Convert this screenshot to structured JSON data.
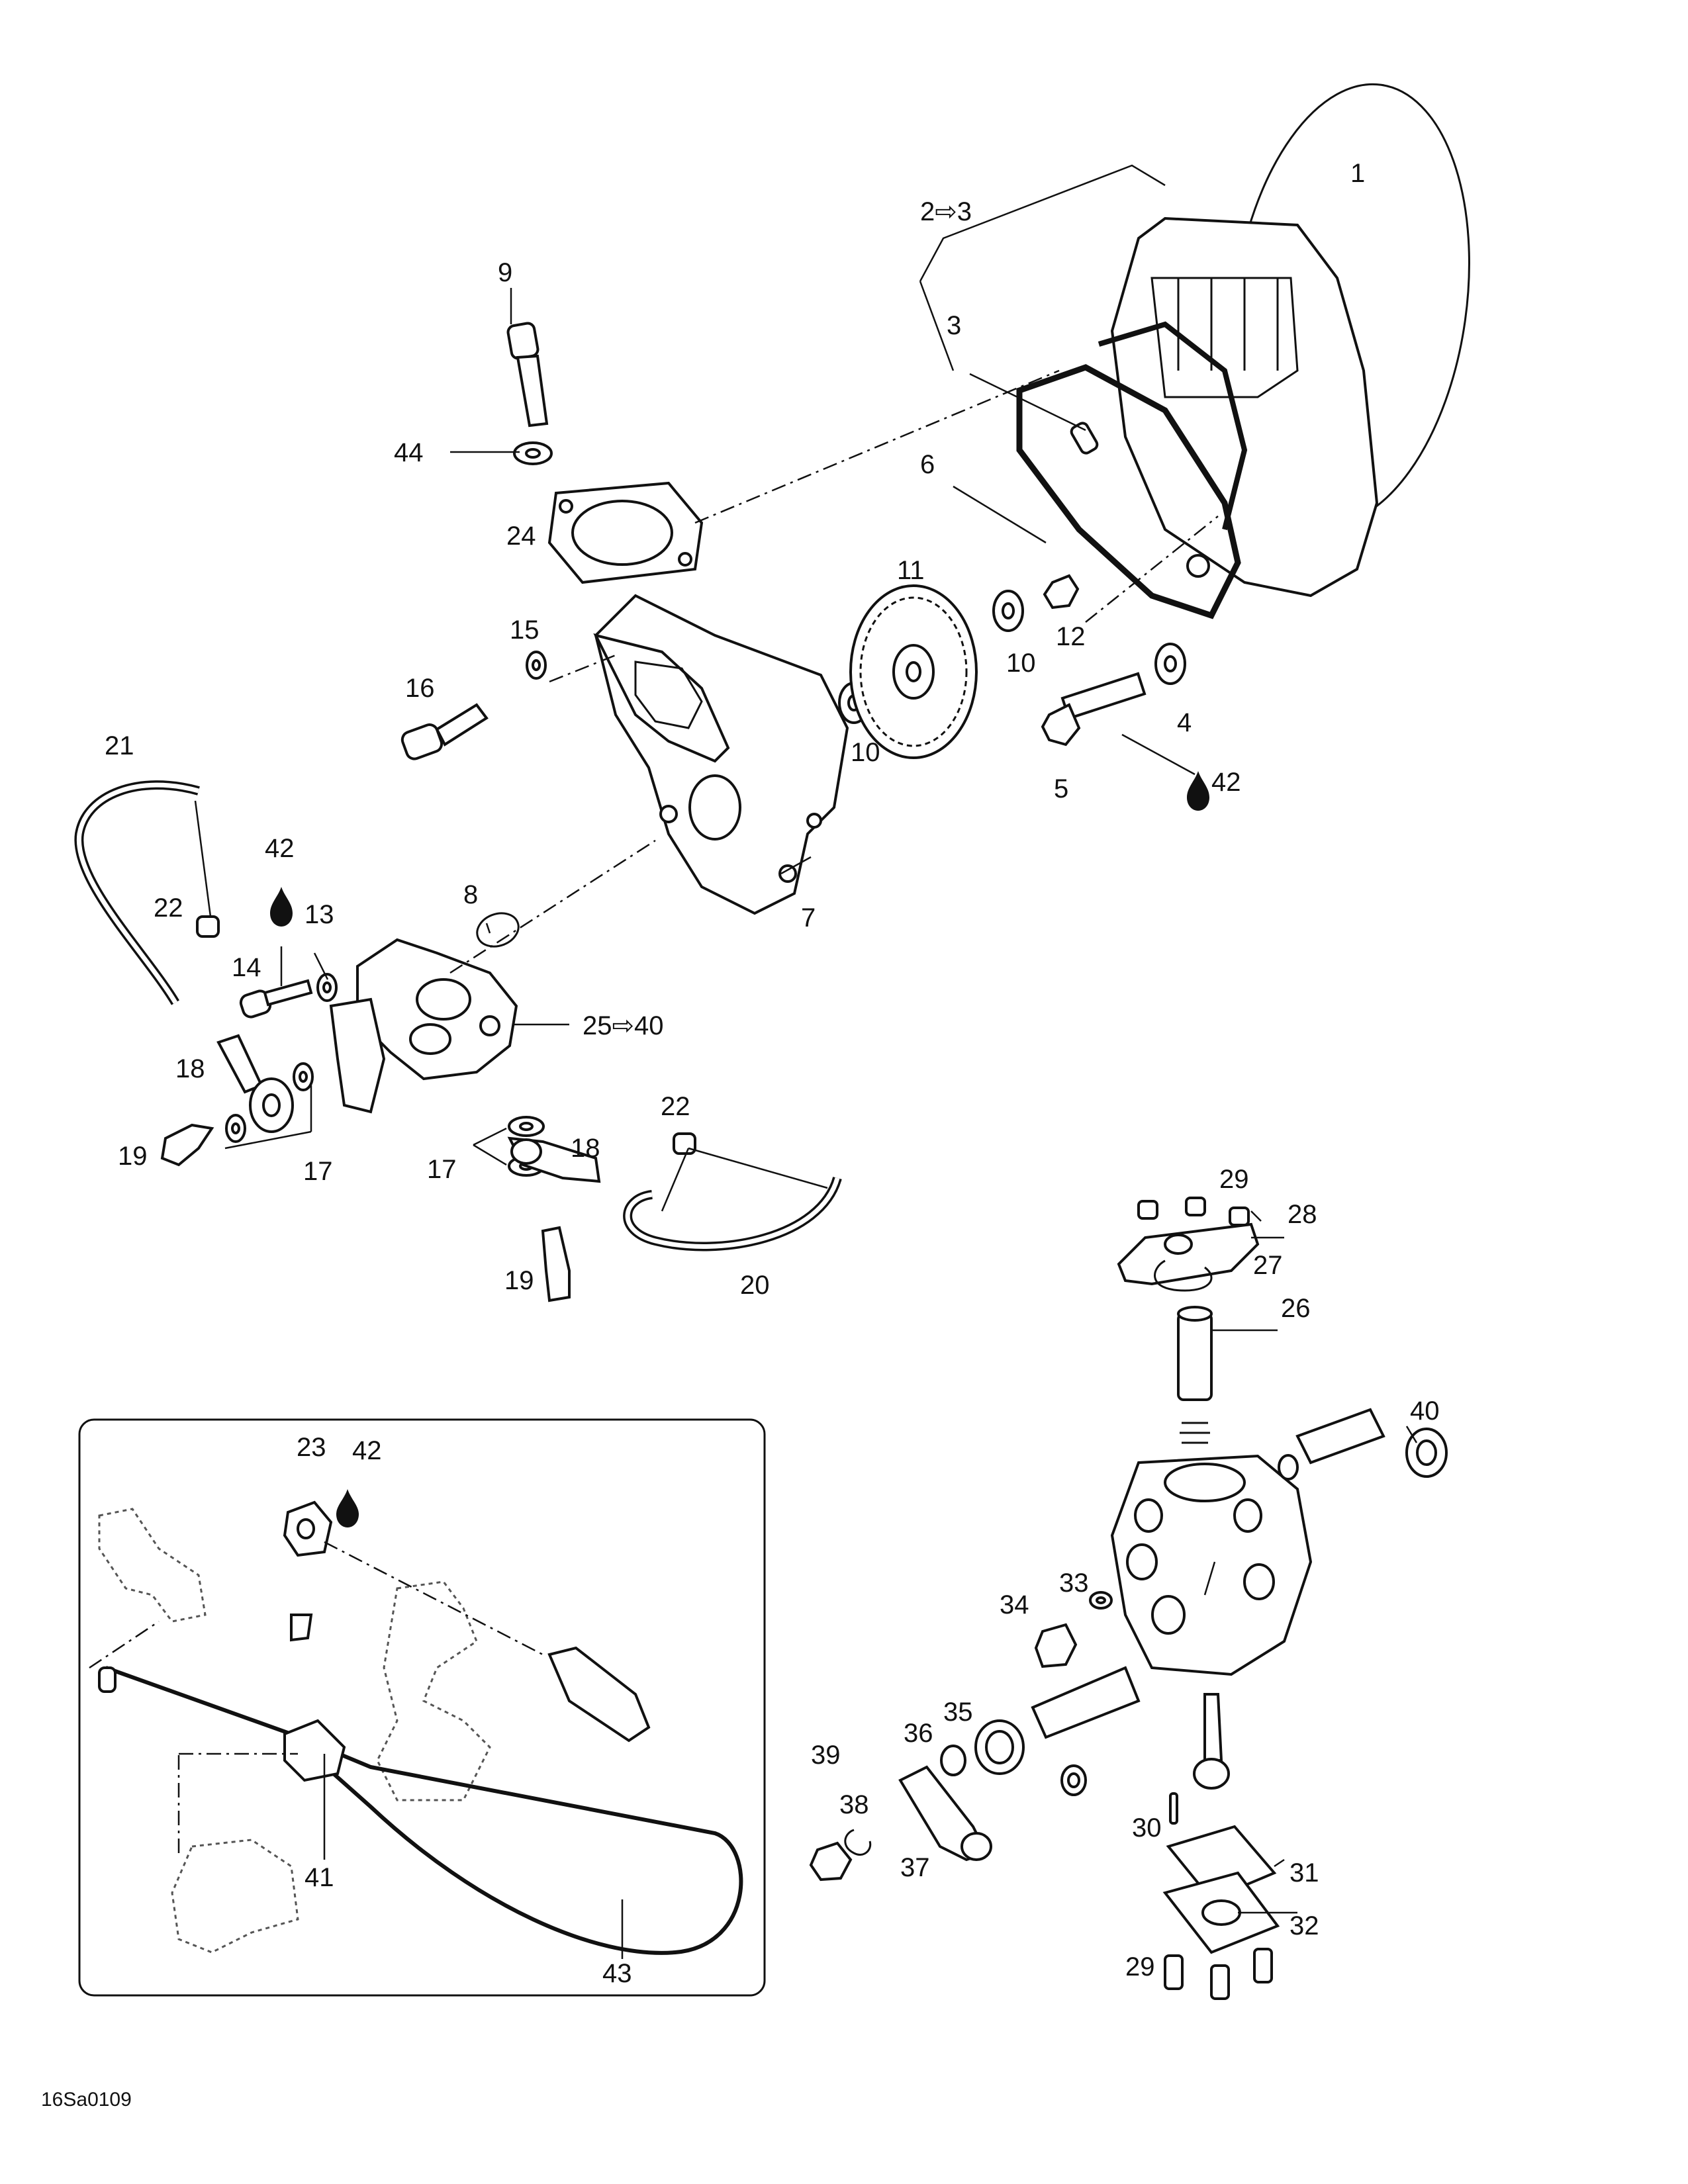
{
  "diagram": {
    "image_code": "16Sa0109",
    "callouts": [
      {
        "id": "c1",
        "text": "1"
      },
      {
        "id": "c2-3",
        "text": "2⇨3"
      },
      {
        "id": "c3",
        "text": "3"
      },
      {
        "id": "c4",
        "text": "4"
      },
      {
        "id": "c5",
        "text": "5"
      },
      {
        "id": "c6",
        "text": "6"
      },
      {
        "id": "c7",
        "text": "7"
      },
      {
        "id": "c8",
        "text": "8"
      },
      {
        "id": "c9",
        "text": "9"
      },
      {
        "id": "c10a",
        "text": "10"
      },
      {
        "id": "c10b",
        "text": "10"
      },
      {
        "id": "c11",
        "text": "11"
      },
      {
        "id": "c12",
        "text": "12"
      },
      {
        "id": "c13",
        "text": "13"
      },
      {
        "id": "c14",
        "text": "14"
      },
      {
        "id": "c15",
        "text": "15"
      },
      {
        "id": "c16",
        "text": "16"
      },
      {
        "id": "c17a",
        "text": "17"
      },
      {
        "id": "c17b",
        "text": "17"
      },
      {
        "id": "c18a",
        "text": "18"
      },
      {
        "id": "c18b",
        "text": "18"
      },
      {
        "id": "c19a",
        "text": "19"
      },
      {
        "id": "c19b",
        "text": "19"
      },
      {
        "id": "c20",
        "text": "20"
      },
      {
        "id": "c21",
        "text": "21"
      },
      {
        "id": "c22a",
        "text": "22"
      },
      {
        "id": "c22b",
        "text": "22"
      },
      {
        "id": "c23",
        "text": "23"
      },
      {
        "id": "c24",
        "text": "24"
      },
      {
        "id": "c25-40",
        "text": "25⇨40"
      },
      {
        "id": "c26",
        "text": "26"
      },
      {
        "id": "c27",
        "text": "27"
      },
      {
        "id": "c28",
        "text": "28"
      },
      {
        "id": "c29a",
        "text": "29"
      },
      {
        "id": "c29b",
        "text": "29"
      },
      {
        "id": "c30",
        "text": "30"
      },
      {
        "id": "c31",
        "text": "31"
      },
      {
        "id": "c32",
        "text": "32"
      },
      {
        "id": "c33",
        "text": "33"
      },
      {
        "id": "c34",
        "text": "34"
      },
      {
        "id": "c35",
        "text": "35"
      },
      {
        "id": "c36",
        "text": "36"
      },
      {
        "id": "c37",
        "text": "37"
      },
      {
        "id": "c38",
        "text": "38"
      },
      {
        "id": "c39",
        "text": "39"
      },
      {
        "id": "c40",
        "text": "40"
      },
      {
        "id": "c41",
        "text": "41"
      },
      {
        "id": "c42a",
        "text": "42"
      },
      {
        "id": "c42b",
        "text": "42"
      },
      {
        "id": "c42c",
        "text": "42"
      },
      {
        "id": "c43",
        "text": "43"
      },
      {
        "id": "c44",
        "text": "44"
      }
    ]
  }
}
